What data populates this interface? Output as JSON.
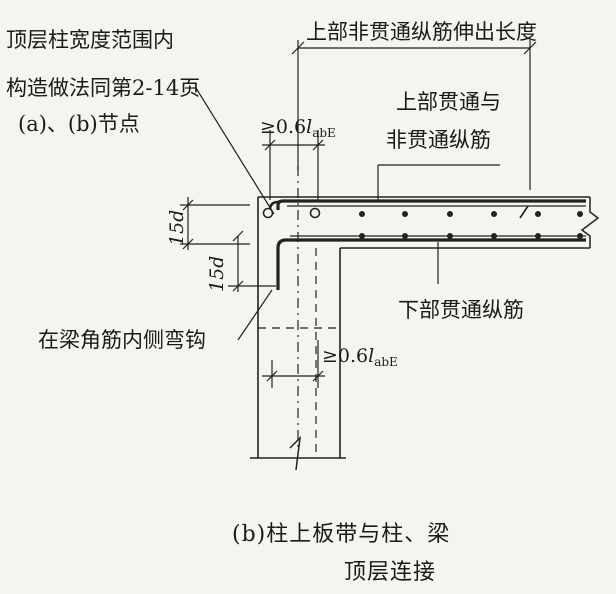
{
  "labels": {
    "column_width_line1": "顶层柱宽度范围内",
    "column_width_line2": "构造做法同第2-14页",
    "column_width_line3": "(a)、(b)节点",
    "top_noncontinuous": "上部非贯通纵筋伸出长度",
    "top_continuous_line1": "上部贯通与",
    "top_continuous_line2": "非贯通纵筋",
    "bottom_continuous": "下部贯通纵筋",
    "beam_corner_hook": "在梁角筋内侧弯钩",
    "dim_15d_top": "15d",
    "dim_15d_bottom": "15d",
    "anchor_top_prefix": "≥0.6",
    "anchor_top_l": "l",
    "anchor_top_sub": "abE",
    "anchor_bottom_prefix": "≥0.6",
    "anchor_bottom_l": "l",
    "anchor_bottom_sub": "abE"
  },
  "caption": {
    "line1": "(b)柱上板带与柱、梁",
    "line2": "顶层连接"
  }
}
